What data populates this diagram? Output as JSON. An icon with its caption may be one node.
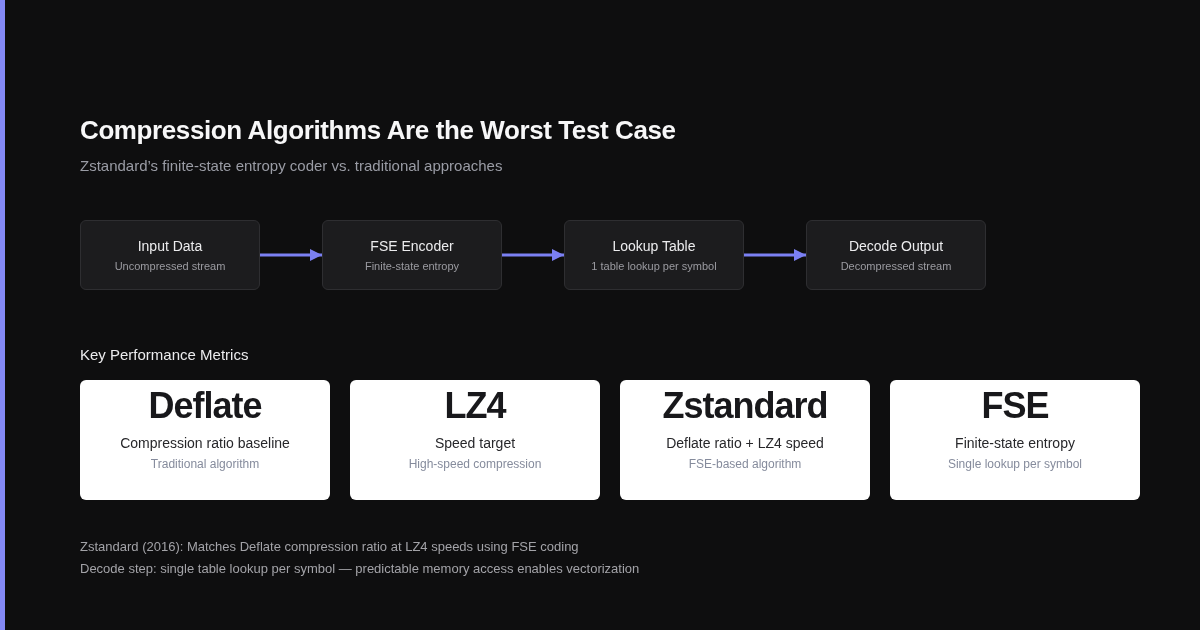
{
  "diagram": {
    "title": "Compression Algorithms Are the Worst Test Case",
    "nodes": [
      {
        "text": [
          "Input Data",
          "Uncompressed stream"
        ]
      },
      {
        "text": [
          "FSE Encoder",
          "Finite-state entropy"
        ]
      },
      {
        "text": [
          "Lookup Table",
          "1 table lookup per symbol"
        ]
      },
      {
        "text": [
          "Decode Output",
          "Decompressed stream"
        ]
      },
      {
        "text": [
          "Deflate",
          "Compression ratio baseline",
          "Traditional algorithm"
        ]
      },
      {
        "text": [
          "LZ4",
          "Speed target",
          "High-speed compression"
        ]
      },
      {
        "text": [
          "Zstandard",
          "Deflate ratio + LZ4 speed",
          "FSE-based algorithm"
        ]
      },
      {
        "text": [
          "FSE",
          "Finite-state entropy",
          "Single lookup per symbol"
        ]
      }
    ],
    "edges": [
      {
        "from": 0,
        "to": 1,
        "arrow": "to"
      },
      {
        "from": 1,
        "to": 2,
        "arrow": "to"
      },
      {
        "from": 2,
        "to": 3,
        "arrow": "to"
      }
    ],
    "labels": [
      "Zstandard’s finite-state entropy coder vs. traditional approaches",
      "Key Performance Metrics",
      "Zstandard (2016): Matches Deflate compression ratio at LZ4 speeds using FSE coding",
      "Decode step: single table lookup per symbol — predictable memory access enables vectorization"
    ]
  }
}
